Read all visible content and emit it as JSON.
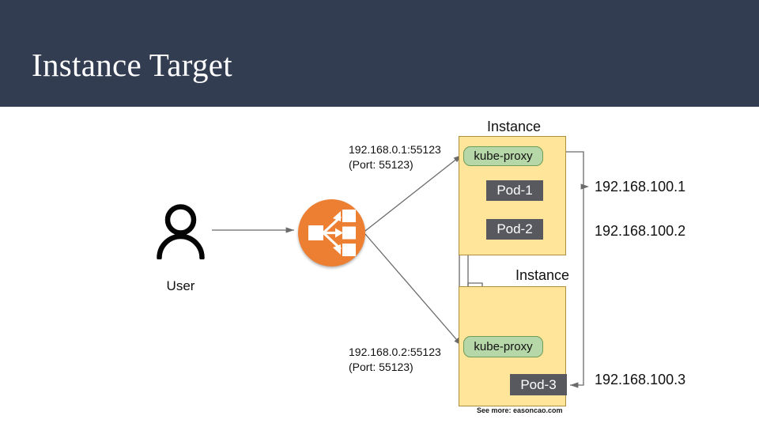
{
  "slide": {
    "title": "Instance Target",
    "footer_note": "See more: easoncao.com"
  },
  "colors": {
    "title_band": "#333d51",
    "title_text": "#ffffff",
    "instance_fill": "#ffe599",
    "instance_border": "#b08f3f",
    "kube_proxy_fill": "#b6d7a8",
    "kube_proxy_border": "#6f9c58",
    "pod_fill": "#58595e",
    "pod_text": "#ffffff",
    "load_balancer": "#ec7f32",
    "connector": "#6b6b6b",
    "background": "#ffffff"
  },
  "client": {
    "icon": "user-icon",
    "label": "User"
  },
  "load_balancer": {
    "icon": "load-balancer-icon",
    "label": ""
  },
  "endpoints": [
    {
      "address": "192.168.0.1:55123",
      "port_line": "(Port: 55123)"
    },
    {
      "address": "192.168.0.2:55123",
      "port_line": "(Port: 55123)"
    }
  ],
  "instances": [
    {
      "caption": "Instance",
      "kube_proxy": "kube-proxy",
      "pods": [
        {
          "name": "Pod-1",
          "ip": "192.168.100.1"
        },
        {
          "name": "Pod-2",
          "ip": "192.168.100.2"
        }
      ]
    },
    {
      "caption": "Instance",
      "kube_proxy": "kube-proxy",
      "pods": [
        {
          "name": "Pod-3",
          "ip": "192.168.100.3"
        }
      ]
    }
  ]
}
